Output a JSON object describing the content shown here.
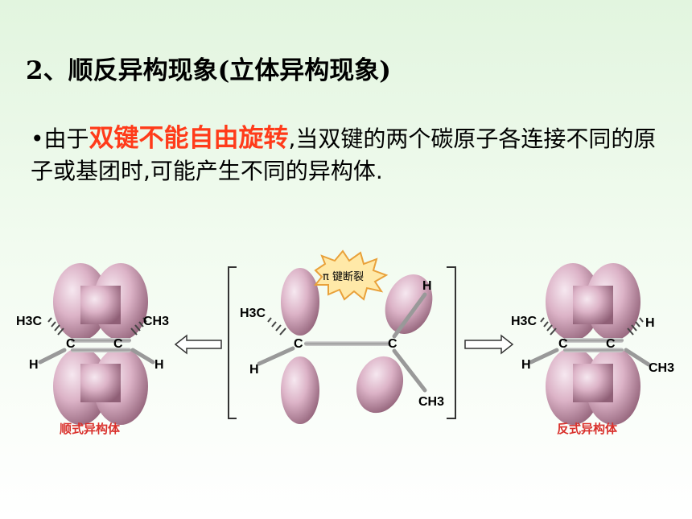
{
  "title": "2、顺反异构现象(立体异构现象)",
  "paragraph": {
    "bullet": "•",
    "prefix": "由于",
    "highlight": "双键不能自由旋转",
    "suffix": ",当双键的两个碳原子各连接不同的原子或基团时,可能产生不同的异构体."
  },
  "colors": {
    "highlight": "#ff3b1a",
    "caption": "#d9302b",
    "orbital": "#d9aec2"
  },
  "diagram": {
    "burst_label": "π 键断裂",
    "cis": {
      "caption": "顺式异构体",
      "h3c": "H3C",
      "ch3": "CH3",
      "c_left": "C",
      "c_right": "C",
      "h_left": "H",
      "h_right": "H"
    },
    "middle": {
      "h3c": "H3C",
      "c_left": "C",
      "c_right": "C",
      "h_left": "H",
      "h_top": "H",
      "ch3": "CH3"
    },
    "trans": {
      "caption": "反式异构体",
      "h3c": "H3C",
      "h_right": "H",
      "c_left": "C",
      "c_right": "C",
      "h_left": "H",
      "ch3": "CH3"
    }
  }
}
